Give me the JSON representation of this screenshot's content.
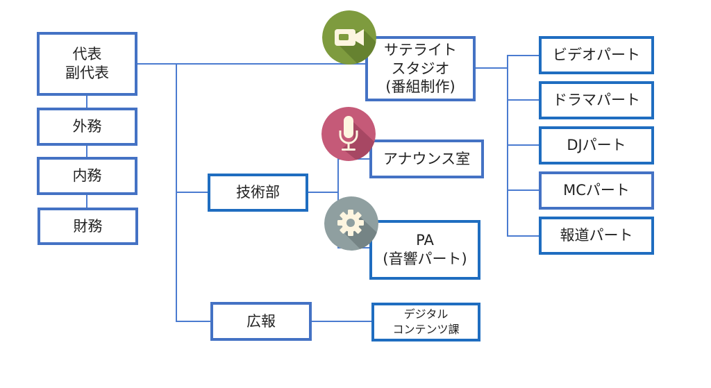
{
  "colors": {
    "line": "#4a7bd0",
    "box_border_light": "#4472c4",
    "box_border_dark": "#1f6dc0",
    "icon_video": "#7e9b3e",
    "icon_mic": "#c55a78",
    "icon_gear": "#8f9fa0",
    "icon_glyph": "#fdf5e0"
  },
  "nodes": {
    "leader": "代表\n副代表",
    "external_affairs": "外務",
    "internal_affairs": "内務",
    "finance": "財務",
    "satellite_studio": "サテライト\nスタジオ\n(番組制作)",
    "technical_dept": "技術部",
    "announce_room": "アナウンス室",
    "pa": "PA\n(音響パート)",
    "pr": "広報",
    "digital_content": "デジタル\nコンテンツ課"
  },
  "studio_parts": [
    "ビデオパート",
    "ドラマパート",
    "DJパート",
    "MCパート",
    "報道パート"
  ],
  "icons": {
    "studio": "video-camera-icon",
    "announce": "microphone-icon",
    "pa": "gear-icon"
  }
}
